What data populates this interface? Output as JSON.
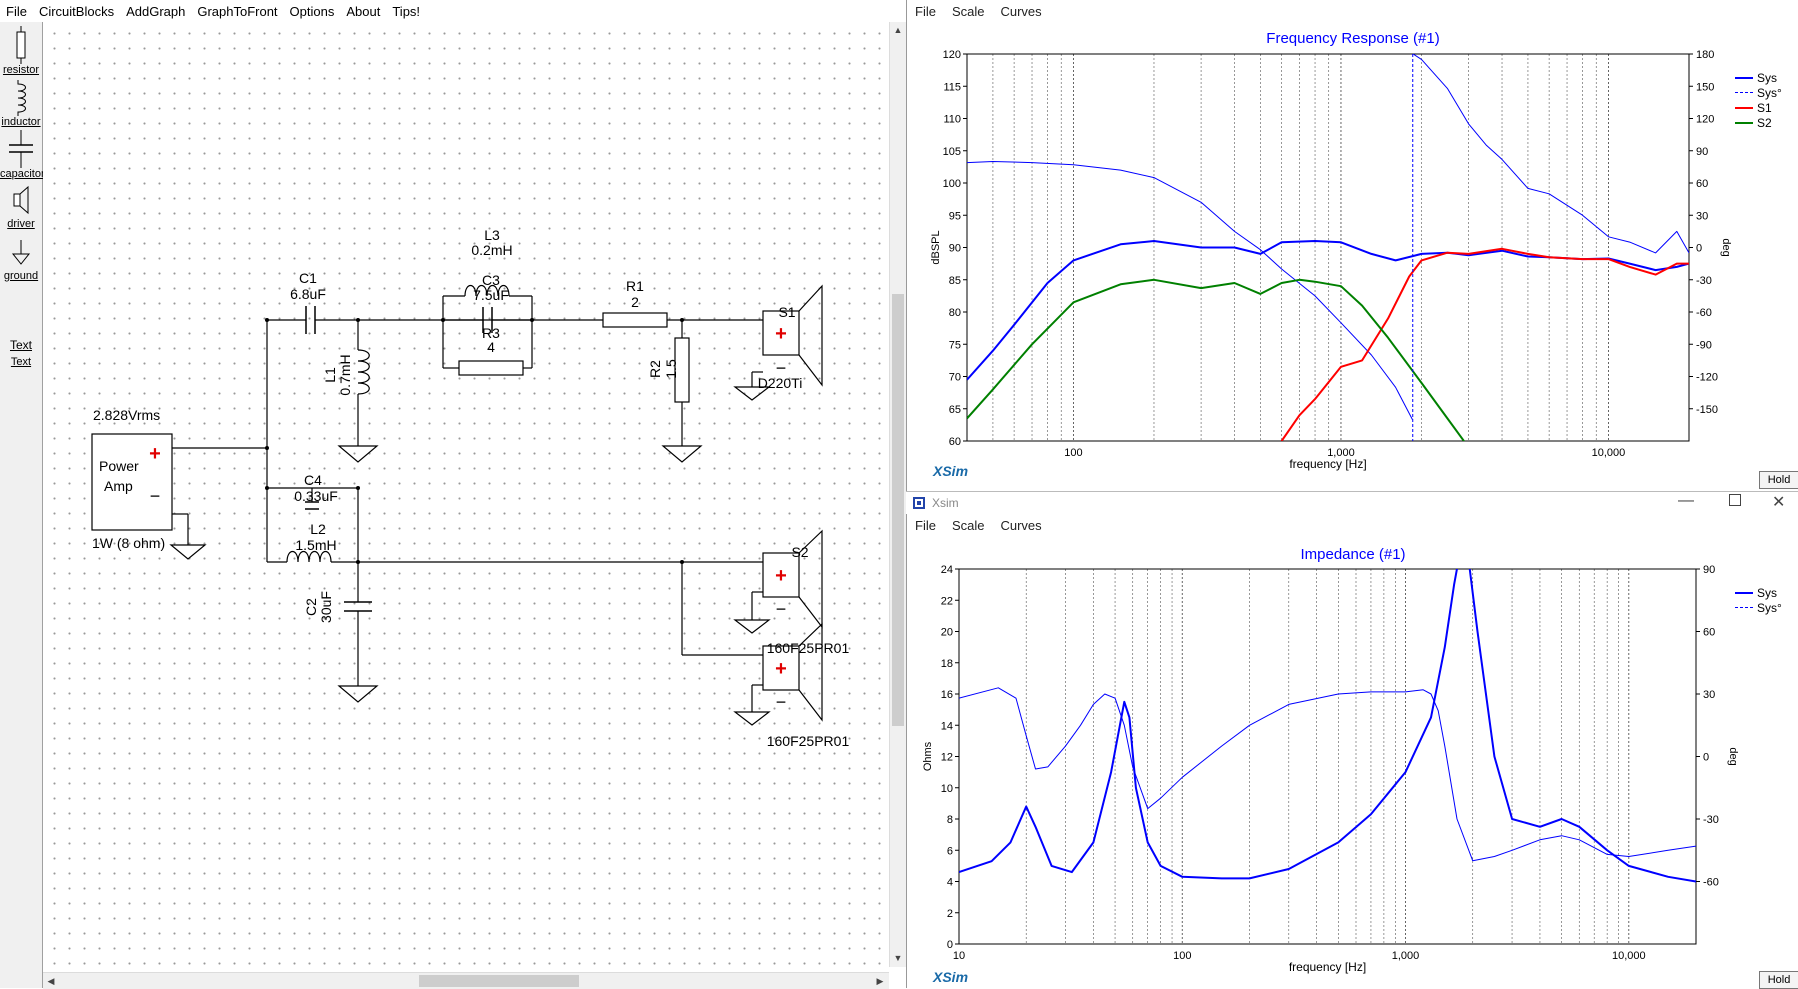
{
  "app": {
    "menu": [
      "File",
      "CircuitBlocks",
      "AddGraph",
      "GraphToFront",
      "Options",
      "About",
      "Tips!"
    ]
  },
  "toolbox": {
    "items": [
      {
        "label": "resistor",
        "icon": "resistor-icon"
      },
      {
        "label": "inductor",
        "icon": "inductor-icon"
      },
      {
        "label": "capacitor",
        "icon": "capacitor-icon"
      },
      {
        "label": "driver",
        "icon": "driver-icon"
      },
      {
        "label": "ground",
        "icon": "ground-icon"
      },
      {
        "label": "Text",
        "icon": "text-icon",
        "glyph": "Text"
      }
    ]
  },
  "circuit": {
    "source": {
      "voltage": "2.828Vrms",
      "name_line1": "Power",
      "name_line2": "Amp",
      "rating": "1W (8 ohm)"
    },
    "C1": {
      "name": "C1",
      "value": "6.8uF"
    },
    "L1": {
      "name": "L1",
      "value": "0.7mH"
    },
    "L3": {
      "name": "L3",
      "value": "0.2mH"
    },
    "C3": {
      "name": "C3",
      "value": "7.5uF"
    },
    "R3": {
      "name": "R3",
      "value": "4"
    },
    "R1": {
      "name": "R1",
      "value": "2"
    },
    "R2": {
      "name": "R2",
      "value": "1.5"
    },
    "C4": {
      "name": "C4",
      "value": "0.33uF"
    },
    "L2": {
      "name": "L2",
      "value": "1.5mH"
    },
    "C2": {
      "name": "C2",
      "value": "30uF"
    },
    "S1": {
      "name": "S1",
      "model": "D220Ti"
    },
    "S2": {
      "name": "S2",
      "model_a": "160F25PR01",
      "model_b": "160F25PR01"
    },
    "plus": "+",
    "minus": "−"
  },
  "freq_window": {
    "menu": [
      "File",
      "Scale",
      "Curves"
    ],
    "brand": "XSim",
    "hold_label": "Hold",
    "chart_data": {
      "type": "line",
      "title": "Frequency Response (#1)",
      "xlabel": "frequency [Hz]",
      "ylabel": "dBSPL",
      "y2label": "deg",
      "xscale": "log",
      "xlim": [
        40,
        20000
      ],
      "ylim": [
        60,
        120
      ],
      "y2lim": [
        -180,
        180
      ],
      "x_ticks": [
        "100",
        "1,000",
        "10,000"
      ],
      "y_ticks": [
        60,
        65,
        70,
        75,
        80,
        85,
        90,
        95,
        100,
        105,
        110,
        115,
        120
      ],
      "y2_ticks": [
        -150,
        -120,
        -90,
        -60,
        -30,
        0,
        30,
        60,
        90,
        120,
        150,
        180
      ],
      "grid": true,
      "legend_position": "right",
      "series": [
        {
          "name": "Sys",
          "color": "#0000ff",
          "style": "solid",
          "axis": "left",
          "x": [
            40,
            50,
            60,
            80,
            100,
            150,
            200,
            300,
            400,
            500,
            600,
            800,
            1000,
            1300,
            1600,
            2000,
            2500,
            3000,
            4000,
            5000,
            6000,
            8000,
            10000,
            12000,
            15000,
            18000,
            20000
          ],
          "y": [
            69.5,
            74,
            78,
            84.5,
            88,
            90.5,
            91,
            90,
            90,
            89,
            90.8,
            91,
            90.8,
            89,
            88,
            89,
            89.2,
            88.8,
            89.5,
            88.6,
            88.5,
            88.2,
            88.3,
            87.5,
            86.5,
            87,
            87.5
          ]
        },
        {
          "name": "Sys°",
          "color": "#0000ff",
          "style": "dashed",
          "axis": "right",
          "x": [
            40,
            50,
            70,
            100,
            150,
            200,
            300,
            400,
            500,
            600,
            800,
            1000,
            1300,
            1600,
            1850,
            1860,
            2000,
            2500,
            3000,
            3500,
            4000,
            5000,
            6000,
            8000,
            10000,
            12000,
            15000,
            18000,
            20000
          ],
          "y": [
            79,
            80,
            79,
            77,
            72,
            65,
            42,
            15,
            -2,
            -20,
            -45,
            -70,
            -100,
            -130,
            -160,
            180,
            175,
            148,
            115,
            95,
            82,
            55,
            50,
            30,
            10,
            5,
            -5,
            15,
            -5
          ]
        },
        {
          "name": "S1",
          "color": "#ff0000",
          "style": "solid",
          "axis": "left",
          "x": [
            600,
            700,
            800,
            1000,
            1200,
            1500,
            1800,
            2000,
            2500,
            3000,
            4000,
            5000,
            6000,
            8000,
            10000,
            12000,
            15000,
            18000,
            20000
          ],
          "y": [
            60,
            64,
            66.5,
            71.5,
            72.5,
            79,
            85.5,
            88,
            89.2,
            89,
            89.8,
            89,
            88.5,
            88.2,
            88.2,
            87,
            85.8,
            87.5,
            87.5
          ]
        },
        {
          "name": "S2",
          "color": "#008000",
          "style": "solid",
          "axis": "left",
          "x": [
            40,
            50,
            70,
            100,
            150,
            200,
            300,
            400,
            500,
            600,
            700,
            800,
            1000,
            1200,
            1500,
            2000,
            2500,
            3000
          ],
          "y": [
            63.5,
            68,
            75,
            81.5,
            84.3,
            85,
            83.7,
            84.5,
            82.8,
            84.5,
            85,
            84.7,
            84,
            81,
            76,
            69,
            63.5,
            59
          ]
        }
      ]
    }
  },
  "imp_window": {
    "titlebar": "Xsim",
    "menu": [
      "File",
      "Scale",
      "Curves"
    ],
    "brand": "XSim",
    "hold_label": "Hold",
    "chart_data": {
      "type": "line",
      "title": "Impedance (#1)",
      "xlabel": "frequency [Hz]",
      "ylabel": "Ohms",
      "y2label": "deg",
      "xscale": "log",
      "xlim": [
        10,
        20000
      ],
      "ylim": [
        0,
        24
      ],
      "y2lim": [
        -90,
        90
      ],
      "x_ticks": [
        "10",
        "100",
        "1,000",
        "10,000"
      ],
      "y_ticks": [
        0,
        2,
        4,
        6,
        8,
        10,
        12,
        14,
        16,
        18,
        20,
        22,
        24
      ],
      "y2_ticks": [
        -60,
        -30,
        0,
        30,
        60,
        90
      ],
      "grid": true,
      "legend_position": "right",
      "series": [
        {
          "name": "Sys",
          "color": "#0000ff",
          "style": "solid",
          "axis": "left",
          "x": [
            10,
            14,
            17,
            20,
            22,
            26,
            32,
            40,
            48,
            55,
            58,
            62,
            70,
            80,
            100,
            150,
            200,
            300,
            500,
            700,
            1000,
            1300,
            1500,
            1650,
            1750,
            1900,
            2100,
            2500,
            3000,
            4000,
            5000,
            6000,
            8000,
            10000,
            15000,
            20000
          ],
          "y": [
            4.6,
            5.3,
            6.5,
            8.8,
            7.5,
            5,
            4.6,
            6.5,
            11,
            15.5,
            14.5,
            10,
            6.5,
            5,
            4.3,
            4.2,
            4.2,
            4.8,
            6.5,
            8.3,
            11,
            14.5,
            19,
            23,
            25,
            25,
            20,
            12,
            8,
            7.5,
            8,
            7.5,
            6,
            5,
            4.3,
            4
          ]
        },
        {
          "name": "Sys°",
          "color": "#0000ff",
          "style": "dashed",
          "axis": "right",
          "x": [
            10,
            15,
            18,
            20,
            22,
            25,
            30,
            35,
            40,
            45,
            50,
            55,
            60,
            70,
            80,
            100,
            150,
            200,
            300,
            500,
            700,
            1000,
            1200,
            1300,
            1400,
            1500,
            1700,
            2000,
            2500,
            3000,
            4000,
            5000,
            6000,
            8000,
            10000,
            15000,
            20000
          ],
          "y": [
            28,
            33,
            28,
            10,
            -6,
            -5,
            5,
            15,
            25,
            30,
            28,
            15,
            -5,
            -25,
            -20,
            -10,
            5,
            15,
            25,
            30,
            31,
            31,
            32,
            30,
            22,
            5,
            -30,
            -50,
            -48,
            -45,
            -40,
            -38,
            -40,
            -47,
            -48,
            -45,
            -43
          ]
        }
      ]
    }
  }
}
